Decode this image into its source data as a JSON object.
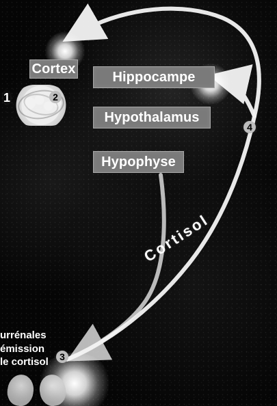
{
  "labels": {
    "cortex": "Cortex",
    "hippocampe": "Hippocampe",
    "hypothalamus": "Hypothalamus",
    "hypophyse": "Hypophyse",
    "cortisol": "Cortisol",
    "adrenal_line1": "urrénales",
    "adrenal_line2": "émission",
    "adrenal_line3": "le cortisol"
  },
  "steps": {
    "1": "1",
    "2": "2",
    "3": "3",
    "4": "4"
  },
  "colors": {
    "background": "#050505",
    "label_fill": "#7a7a7a",
    "text": "#ffffff",
    "line": "#f4f4f4"
  }
}
